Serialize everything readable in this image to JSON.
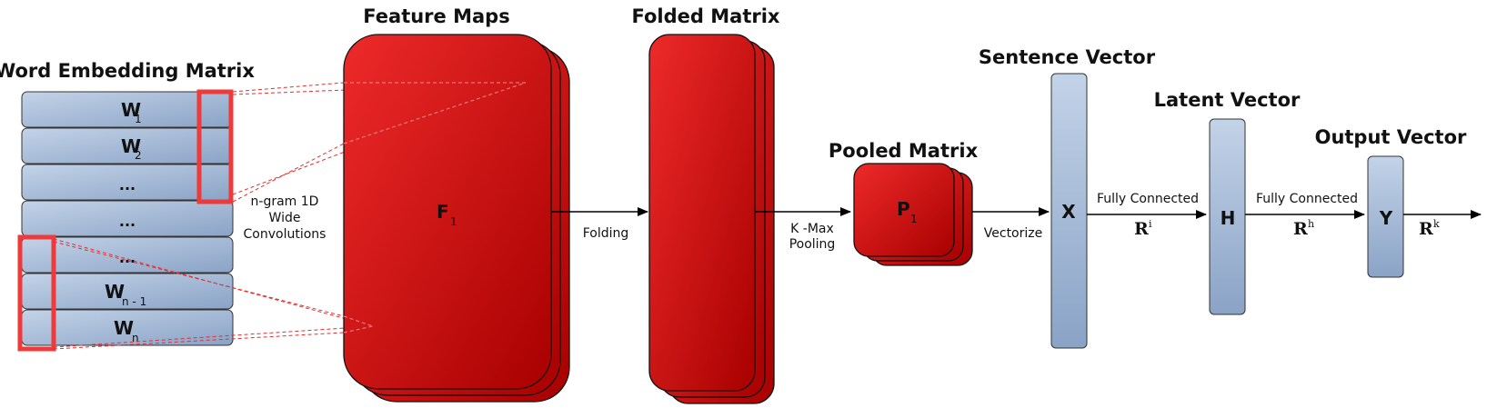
{
  "titles": {
    "word_embedding": "Word Embedding Matrix",
    "feature_maps": "Feature Maps",
    "folded_matrix": "Folded Matrix",
    "pooled_matrix": "Pooled Matrix",
    "sentence_vector": "Sentence Vector",
    "latent_vector": "Latent Vector",
    "output_vector": "Output Vector"
  },
  "embedding_rows": [
    {
      "main": "W",
      "sub": "1"
    },
    {
      "main": "W",
      "sub": "2"
    },
    {
      "main": "...",
      "sub": ""
    },
    {
      "main": "...",
      "sub": ""
    },
    {
      "main": "...",
      "sub": ""
    },
    {
      "main": "W",
      "sub": "n - 1"
    },
    {
      "main": "W",
      "sub": "n"
    }
  ],
  "boxes": {
    "feature_map": {
      "main": "F",
      "sub": "1"
    },
    "pooled": {
      "main": "P",
      "sub": "1"
    },
    "sentence": "X",
    "latent": "H",
    "output": "Y"
  },
  "edge_labels": {
    "convolution": [
      "n-gram 1D",
      "Wide",
      "Convolutions"
    ],
    "folding": "Folding",
    "pooling": [
      "K -Max",
      "Pooling"
    ],
    "vectorize": "Vectorize",
    "fc1": "Fully Connected",
    "fc2": "Fully Connected"
  },
  "dims": {
    "r1": {
      "base": "R",
      "sup": "i"
    },
    "r2": {
      "base": "R",
      "sup": "h"
    },
    "r3": {
      "base": "R",
      "sup": "k"
    }
  },
  "colors": {
    "red_light": "#ee2a2a",
    "red_dark": "#a80000",
    "blue_light": "#bfd0e6",
    "blue_dark": "#8aa3c6",
    "highlight": "#ee3a3a"
  }
}
